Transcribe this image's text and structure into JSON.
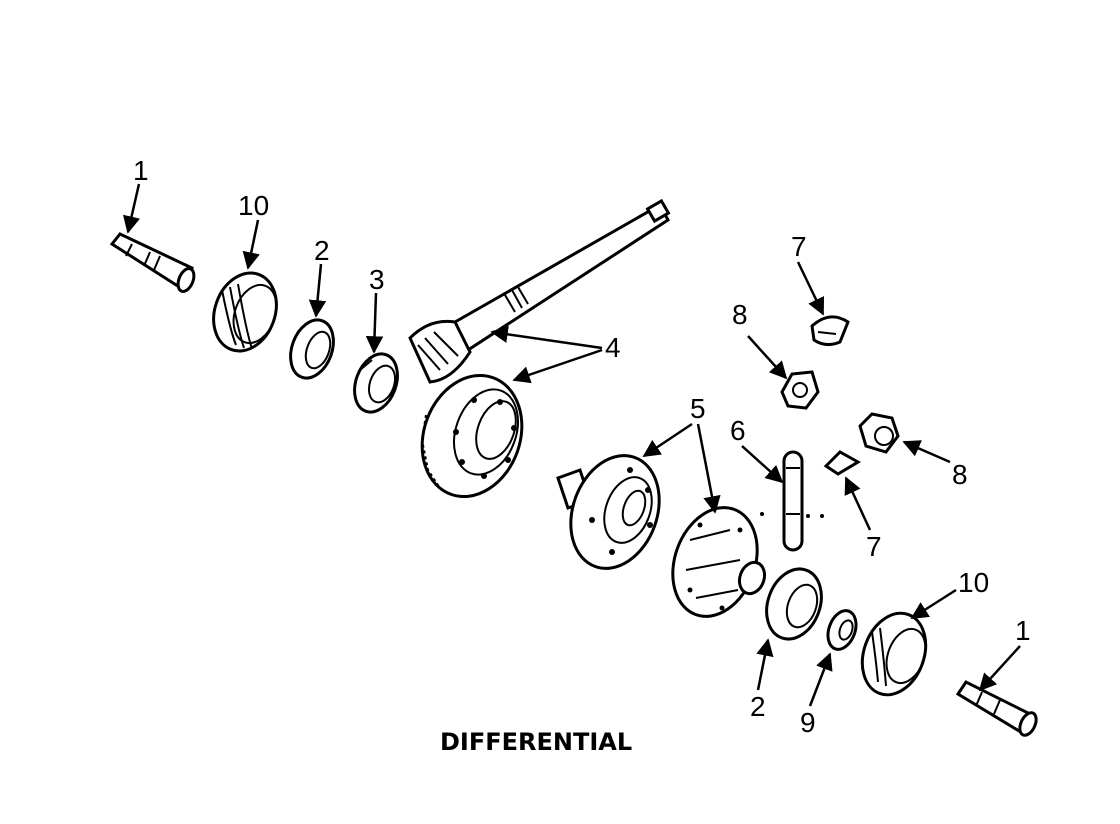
{
  "diagram": {
    "title": "DIFFERENTIAL",
    "callouts": {
      "c1a": "1",
      "c10a": "10",
      "c2a": "2",
      "c3": "3",
      "c4": "4",
      "c5": "5",
      "c6": "6",
      "c7a": "7",
      "c8a": "8",
      "c8b": "8",
      "c7b": "7",
      "c10b": "10",
      "c1b": "1",
      "c2b": "2",
      "c9": "9"
    }
  }
}
